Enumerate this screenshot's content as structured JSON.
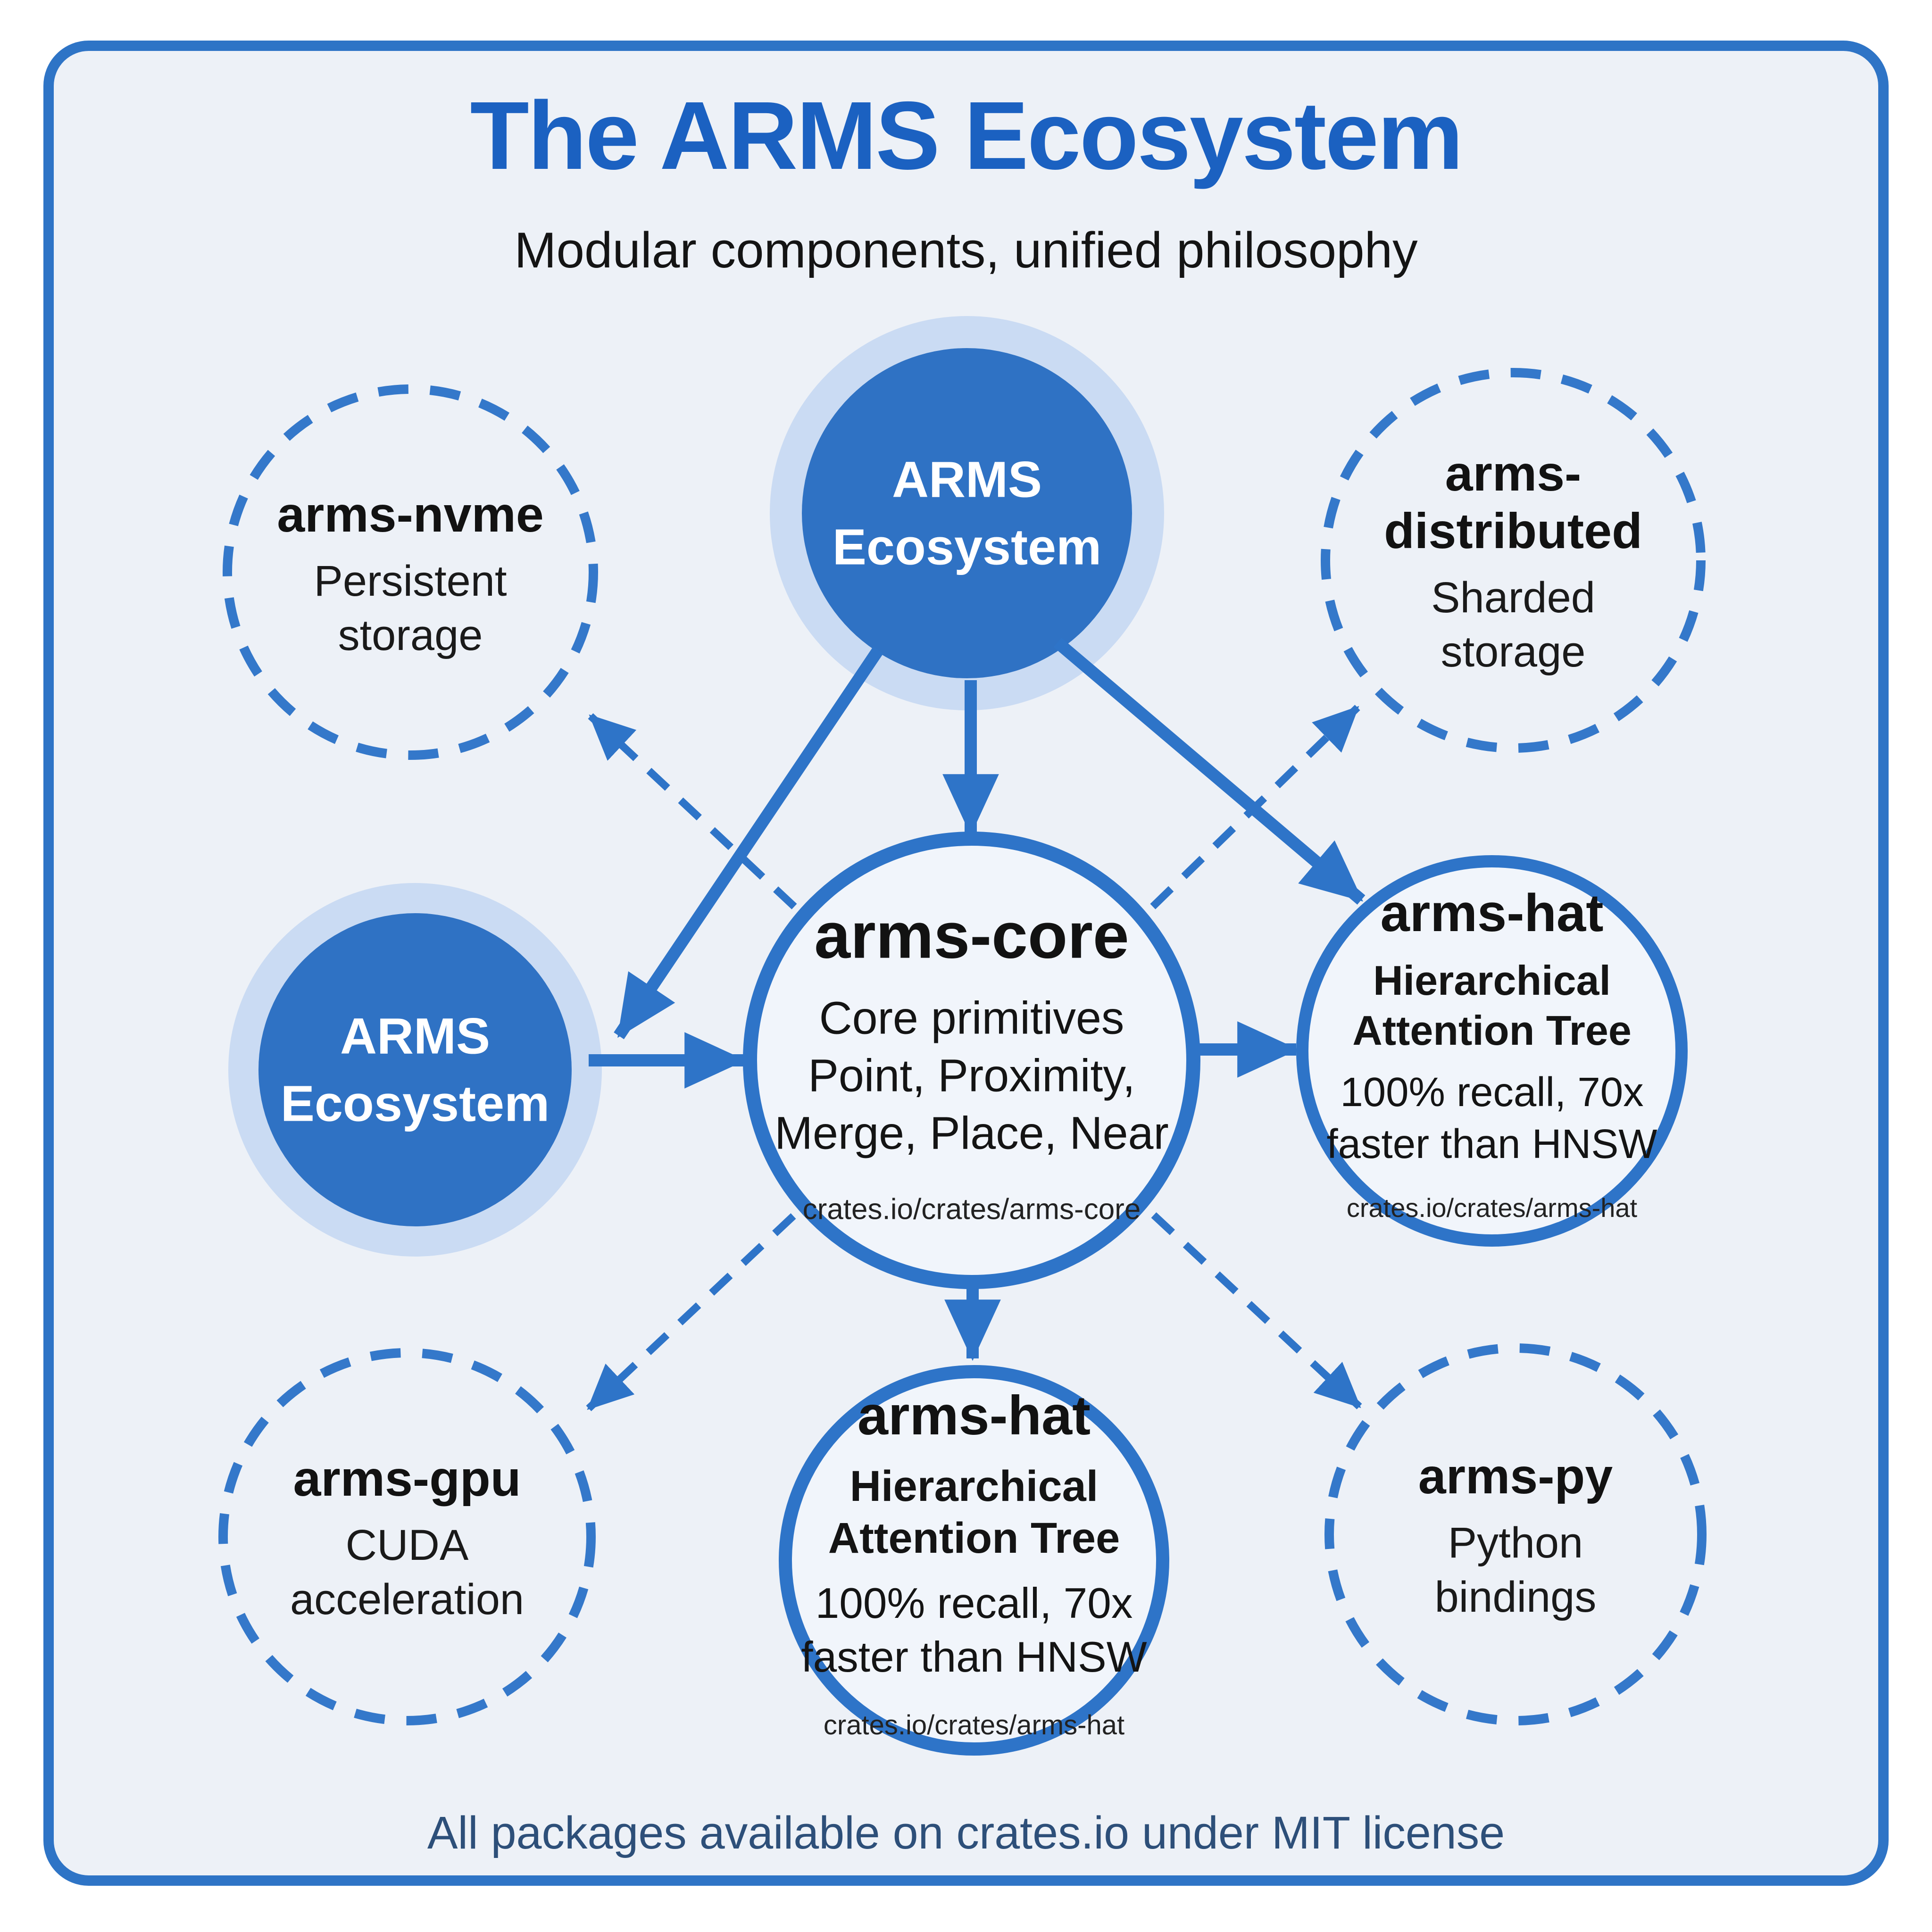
{
  "title": "The ARMS Ecosystem",
  "subtitle": "Modular components, unified philosophy",
  "footer": "All packages available on crates.io under MIT license",
  "colors": {
    "accent_blue": "#2e74c8",
    "halo_blue": "#cadbf3",
    "title_blue": "#1b61c1",
    "footer_navy": "#2d4f79",
    "panel_bg": "#edf1f7",
    "node_fill": "#f1f5fb",
    "text_black": "#141414"
  },
  "nodes": {
    "hub_top": {
      "line1": "ARMS",
      "line2": "Ecosystem"
    },
    "hub_left": {
      "line1": "ARMS",
      "line2": "Ecosystem"
    },
    "core": {
      "name": "arms-core",
      "desc1": "Core primitives",
      "desc2": "Point, Proximity,",
      "desc3": "Merge, Place, Near",
      "url": "crates.io/crates/arms-core"
    },
    "hat_right": {
      "name": "arms-hat",
      "sub1": "Hierarchical",
      "sub2": "Attention Tree",
      "desc1": "100% recall, 70x",
      "desc2": "faster than HNSW",
      "url": "crates.io/crates/arms-hat"
    },
    "hat_bottom": {
      "name": "arms-hat",
      "sub1": "Hierarchical",
      "sub2": "Attention Tree",
      "desc1": "100% recall, 70x",
      "desc2": "faster than HNSW",
      "url": "crates.io/crates/arms-hat"
    },
    "nvme": {
      "name": "arms-nvme",
      "desc1": "Persistent",
      "desc2": "storage"
    },
    "distributed": {
      "name1": "arms-",
      "name2": "distributed",
      "desc1": "Sharded",
      "desc2": "storage"
    },
    "gpu": {
      "name": "arms-gpu",
      "desc1": "CUDA",
      "desc2": "acceleration"
    },
    "py": {
      "name": "arms-py",
      "desc1": "Python",
      "desc2": "bindings"
    }
  }
}
